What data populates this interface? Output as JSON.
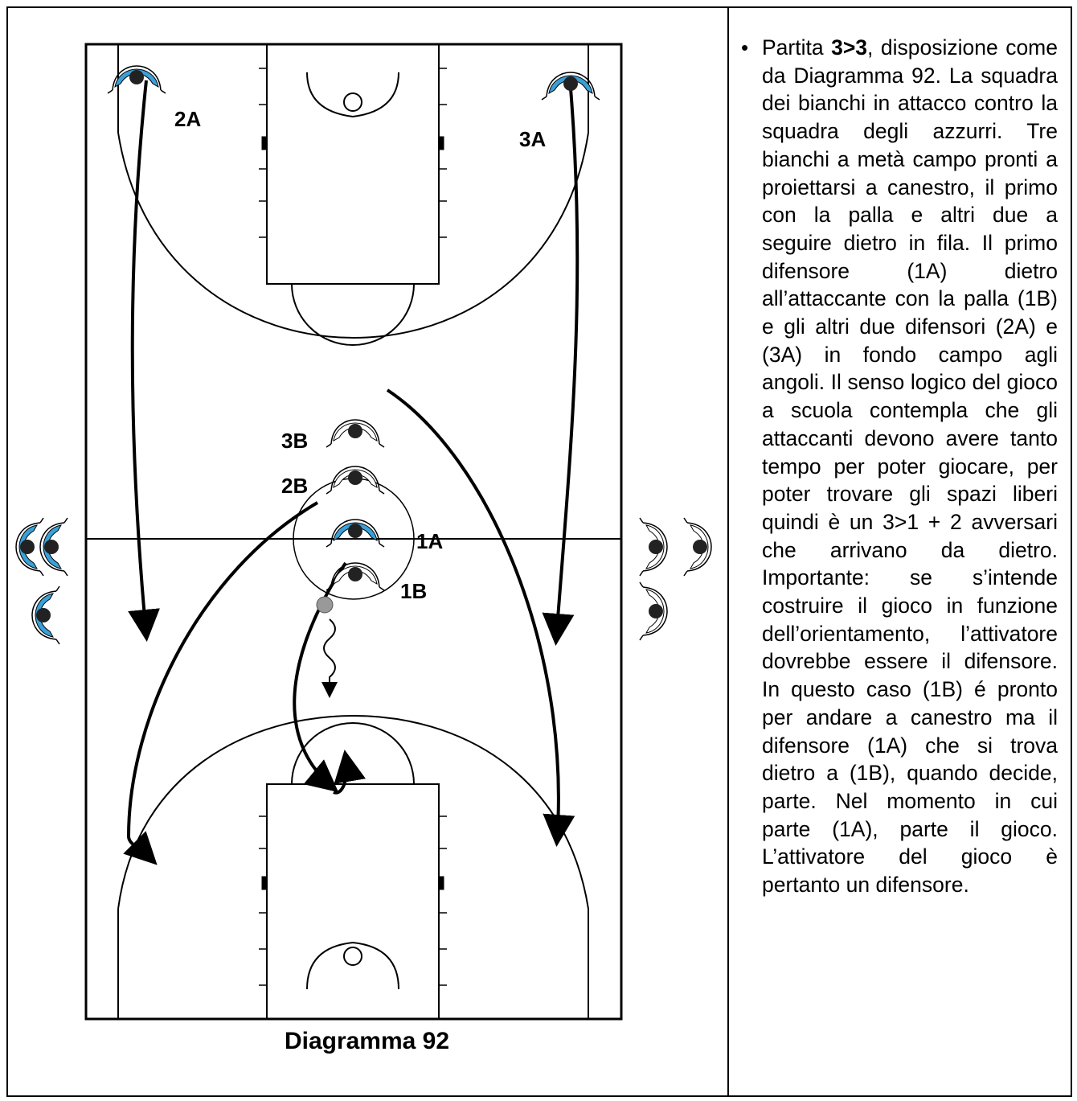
{
  "diagram": {
    "caption": "Diagramma 92",
    "players": [
      {
        "label": "2A",
        "team": "A"
      },
      {
        "label": "3A",
        "team": "A"
      },
      {
        "label": "3B",
        "team": "B"
      },
      {
        "label": "2B",
        "team": "B"
      },
      {
        "label": "1A",
        "team": "A"
      },
      {
        "label": "1B",
        "team": "B"
      }
    ],
    "colors": {
      "team_a": "#3aa0d8",
      "team_b": "#ffffff",
      "lines": "#000000"
    }
  },
  "description": {
    "p1": "Partita ",
    "p1_bold": "3>3",
    "p2": ", disposizione come da Diagramma 92. La squadra dei bianchi in attacco contro la squadra degli azzurri. Tre bianchi a metà campo pronti a proiettarsi a canestro, il primo con la palla e altri due a seguire dietro in fila. Il primo difensore (1A) dietro all’attaccante con la palla (1B) e gli altri due difensori (2A) e (3A) in fondo campo agli angoli. Il senso logico del gioco a scuola contempla che gli attaccanti devono avere tanto tempo per poter giocare, per poter trovare gli spazi liberi quindi è un 3>1 + 2 avversari che arrivano da dietro. Importante: se s’intende costruire il gioco in funzione dell’orientamento, l’attivatore dovrebbe essere il difensore. In questo caso (1B) é pronto per andare a canestro ma il difensore (1A) che si trova dietro a (1B), quando decide, parte. Nel momento in cui parte (1A), parte il gioco. L’attivatore del gioco è pertanto un difensore."
  }
}
